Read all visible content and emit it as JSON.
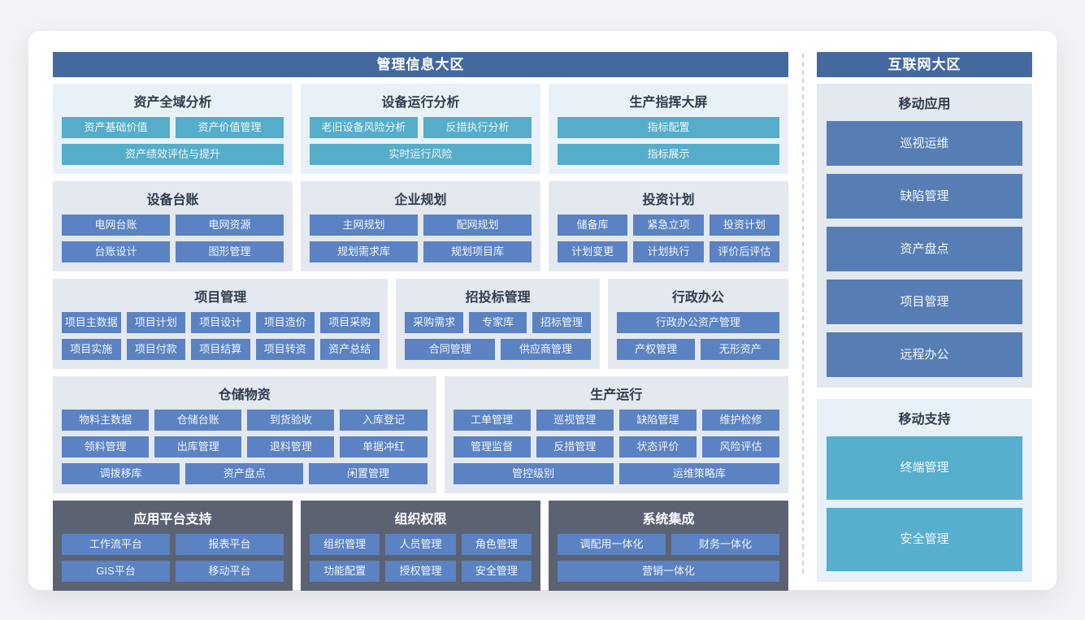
{
  "colors": {
    "page_bg": "#f2f3f6",
    "card_bg": "#ffffff",
    "header_bar": "#44699e",
    "divider_color": "#ccd1d9",
    "title_color": "#2e3b4e",
    "btn_text": "#f2f7fb",
    "teal_button": "#55adca",
    "blue_button": "#5b82c3",
    "tall_blue_button": "#567eb5",
    "tall_teal_button": "#57aecd",
    "dark_panel": "#5b6372",
    "panel_light_blue": "#e9f1f8",
    "panel_light_gray": "#e4e8ef",
    "panel_light_blue2": "#e7f1f7"
  },
  "left_zone": {
    "header": "管理信息大区",
    "rows": [
      {
        "panels": [
          {
            "id": "asset-global-analysis",
            "title": "资产全域分析",
            "theme": "light-blue",
            "accent": "teal",
            "button_rows": [
              [
                "资产基础价值",
                "资产价值管理"
              ],
              [
                "资产绩效评估与提升"
              ]
            ]
          },
          {
            "id": "equipment-operation-analysis",
            "title": "设备运行分析",
            "theme": "light-blue",
            "accent": "teal",
            "button_rows": [
              [
                "老旧设备风险分析",
                "反措执行分析"
              ],
              [
                "实时运行风险"
              ]
            ]
          },
          {
            "id": "production-command-screen",
            "title": "生产指挥大屏",
            "theme": "light-blue",
            "accent": "teal",
            "button_rows": [
              [
                "指标配置"
              ],
              [
                "指标展示"
              ]
            ]
          }
        ]
      },
      {
        "panels": [
          {
            "id": "equipment-ledger",
            "title": "设备台账",
            "theme": "light-gray",
            "accent": "blue",
            "button_rows": [
              [
                "电网台账",
                "电网资源"
              ],
              [
                "台账设计",
                "图形管理"
              ]
            ]
          },
          {
            "id": "enterprise-planning",
            "title": "企业规划",
            "theme": "light-gray",
            "accent": "blue",
            "button_rows": [
              [
                "主网规划",
                "配网规划"
              ],
              [
                "规划需求库",
                "规划项目库"
              ]
            ]
          },
          {
            "id": "investment-plan",
            "title": "投资计划",
            "theme": "light-gray",
            "accent": "blue",
            "button_rows": [
              [
                "储备库",
                "紧急立项",
                "投资计划"
              ],
              [
                "计划变更",
                "计划执行",
                "评价后评估"
              ]
            ]
          }
        ]
      },
      {
        "panels": [
          {
            "id": "project-management",
            "title": "项目管理",
            "theme": "light-gray",
            "accent": "blue",
            "button_rows": [
              [
                "项目主数据",
                "项目计划",
                "项目设计",
                "项目造价",
                "项目采购"
              ],
              [
                "项目实施",
                "项目付款",
                "项目结算",
                "项目转资",
                "资产总结"
              ]
            ]
          },
          {
            "id": "bidding-management",
            "title": "招投标管理",
            "theme": "light-gray",
            "accent": "blue",
            "button_rows": [
              [
                "采购需求",
                "专家库",
                "招标管理"
              ],
              [
                "合同管理",
                "供应商管理"
              ]
            ]
          },
          {
            "id": "administrative-office",
            "title": "行政办公",
            "theme": "light-gray",
            "accent": "blue",
            "button_rows": [
              [
                "行政办公资产管理"
              ],
              [
                "产权管理",
                "无形资产"
              ]
            ]
          }
        ]
      },
      {
        "panels": [
          {
            "id": "warehouse-materials",
            "title": "仓储物资",
            "theme": "light-gray",
            "accent": "blue",
            "button_rows": [
              [
                "物料主数据",
                "仓储台账",
                "到货验收",
                "入库登记"
              ],
              [
                "领料管理",
                "出库管理",
                "退料管理",
                "单据冲红"
              ],
              [
                "调拨移库",
                "资产盘点",
                "闲置管理"
              ]
            ]
          },
          {
            "id": "production-operation",
            "title": "生产运行",
            "theme": "light-gray",
            "accent": "blue",
            "button_rows": [
              [
                "工单管理",
                "巡视管理",
                "缺陷管理",
                "维护检修"
              ],
              [
                "管理监督",
                "反措管理",
                "状态评价",
                "风险评估"
              ],
              [
                "管控级别",
                "运维策略库"
              ]
            ]
          }
        ]
      },
      {
        "panels": [
          {
            "id": "application-platform-support",
            "title": "应用平台支持",
            "theme": "dark",
            "accent": "blue",
            "button_rows": [
              [
                "工作流平台",
                "报表平台"
              ],
              [
                "GIS平台",
                "移动平台"
              ]
            ]
          },
          {
            "id": "organization-permission",
            "title": "组织权限",
            "theme": "dark",
            "accent": "blue",
            "button_rows": [
              [
                "组织管理",
                "人员管理",
                "角色管理"
              ],
              [
                "功能配置",
                "授权管理",
                "安全管理"
              ]
            ]
          },
          {
            "id": "system-integration",
            "title": "系统集成",
            "theme": "dark",
            "accent": "blue",
            "button_rows": [
              [
                "调配用一体化",
                "财务一体化"
              ],
              [
                "营销一体化"
              ]
            ]
          }
        ]
      }
    ]
  },
  "right_zone": {
    "header": "互联网大区",
    "panels": [
      {
        "id": "mobile-apps",
        "title": "移动应用",
        "theme": "light-gray",
        "accent": "blue-tall",
        "buttons": [
          "巡视运维",
          "缺陷管理",
          "资产盘点",
          "项目管理",
          "远程办公"
        ]
      },
      {
        "id": "mobile-support",
        "title": "移动支持",
        "theme": "light-blue2",
        "accent": "teal-tall",
        "buttons": [
          "终端管理",
          "安全管理"
        ]
      }
    ]
  }
}
